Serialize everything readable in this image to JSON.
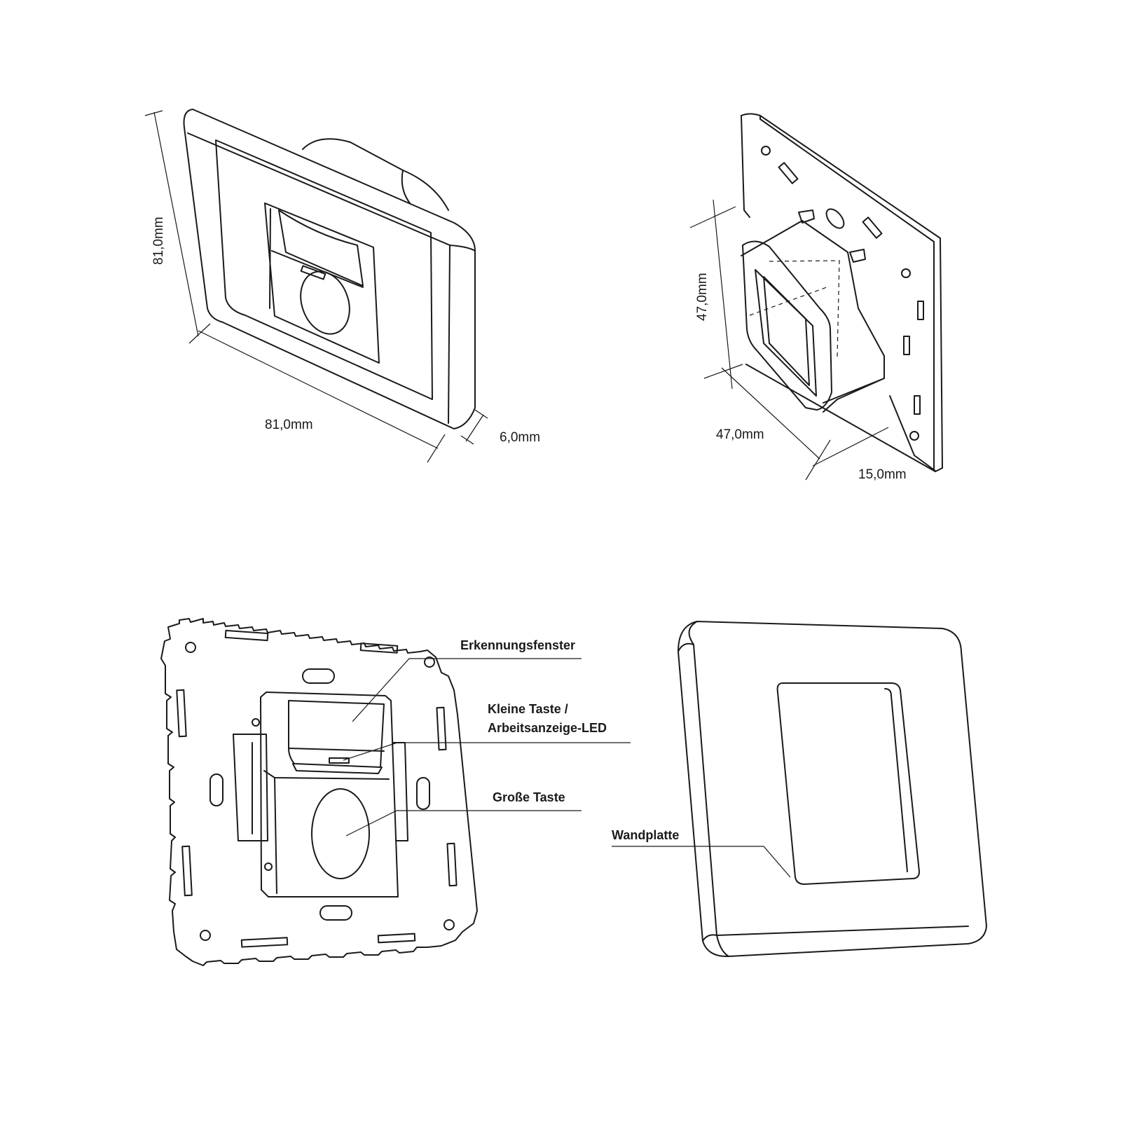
{
  "dimensions": {
    "front_height": "81,0mm",
    "front_width": "81,0mm",
    "front_depth": "6,0mm",
    "back_height": "47,0mm",
    "back_width": "47,0mm",
    "back_depth": "15,0mm"
  },
  "labels": {
    "detection_window": "Erkennungsfenster",
    "small_button_line1": "Kleine Taste /",
    "small_button_line2": "Arbeitsanzeige-LED",
    "large_button": "Große Taste",
    "wall_plate": "Wandplatte"
  }
}
